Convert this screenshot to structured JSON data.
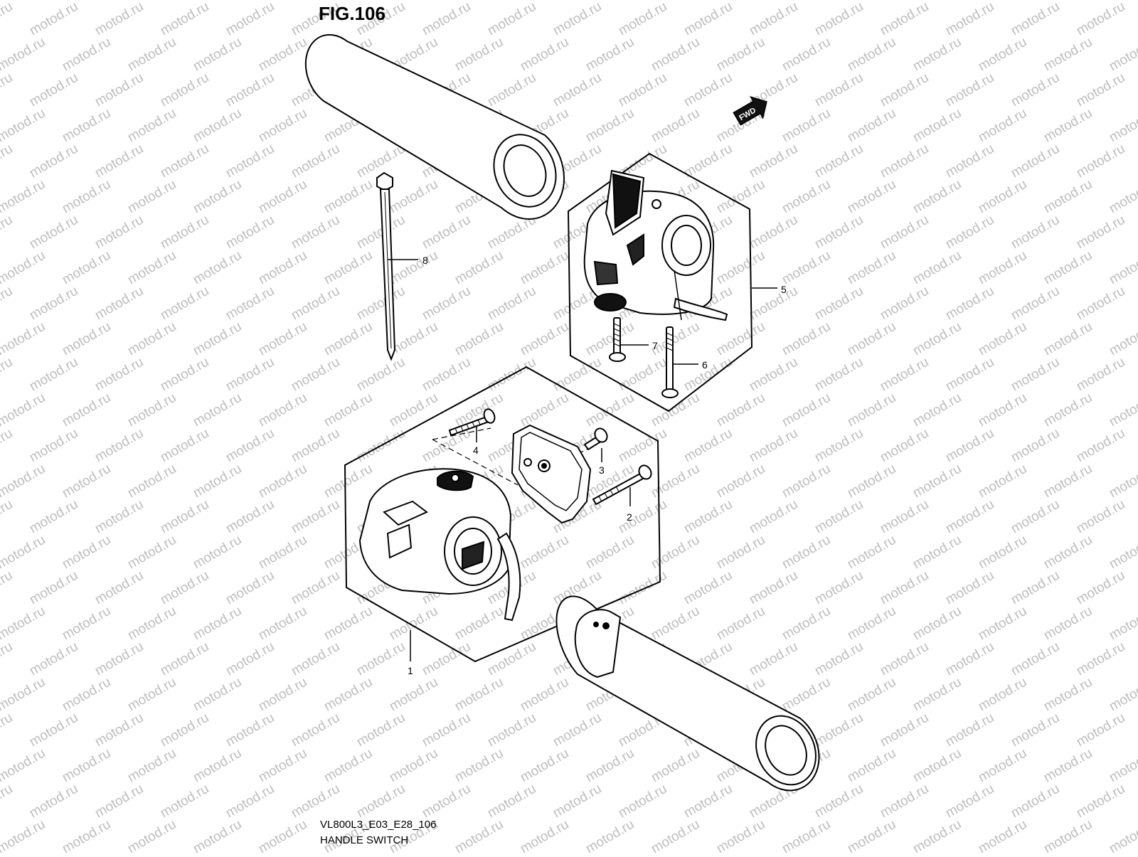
{
  "figure": {
    "title": "FIG.106"
  },
  "caption": {
    "code": "VL800L3_E03_E28_106",
    "name": "HANDLE SWITCH"
  },
  "watermark": {
    "text": "motod.ru"
  },
  "fwd_badge": {
    "label": "FWD"
  },
  "callouts": [
    {
      "id": "1",
      "label": "1"
    },
    {
      "id": "2",
      "label": "2"
    },
    {
      "id": "3",
      "label": "3"
    },
    {
      "id": "4",
      "label": "4"
    },
    {
      "id": "5",
      "label": "5"
    },
    {
      "id": "6",
      "label": "6"
    },
    {
      "id": "7",
      "label": "7"
    },
    {
      "id": "8",
      "label": "8"
    }
  ]
}
